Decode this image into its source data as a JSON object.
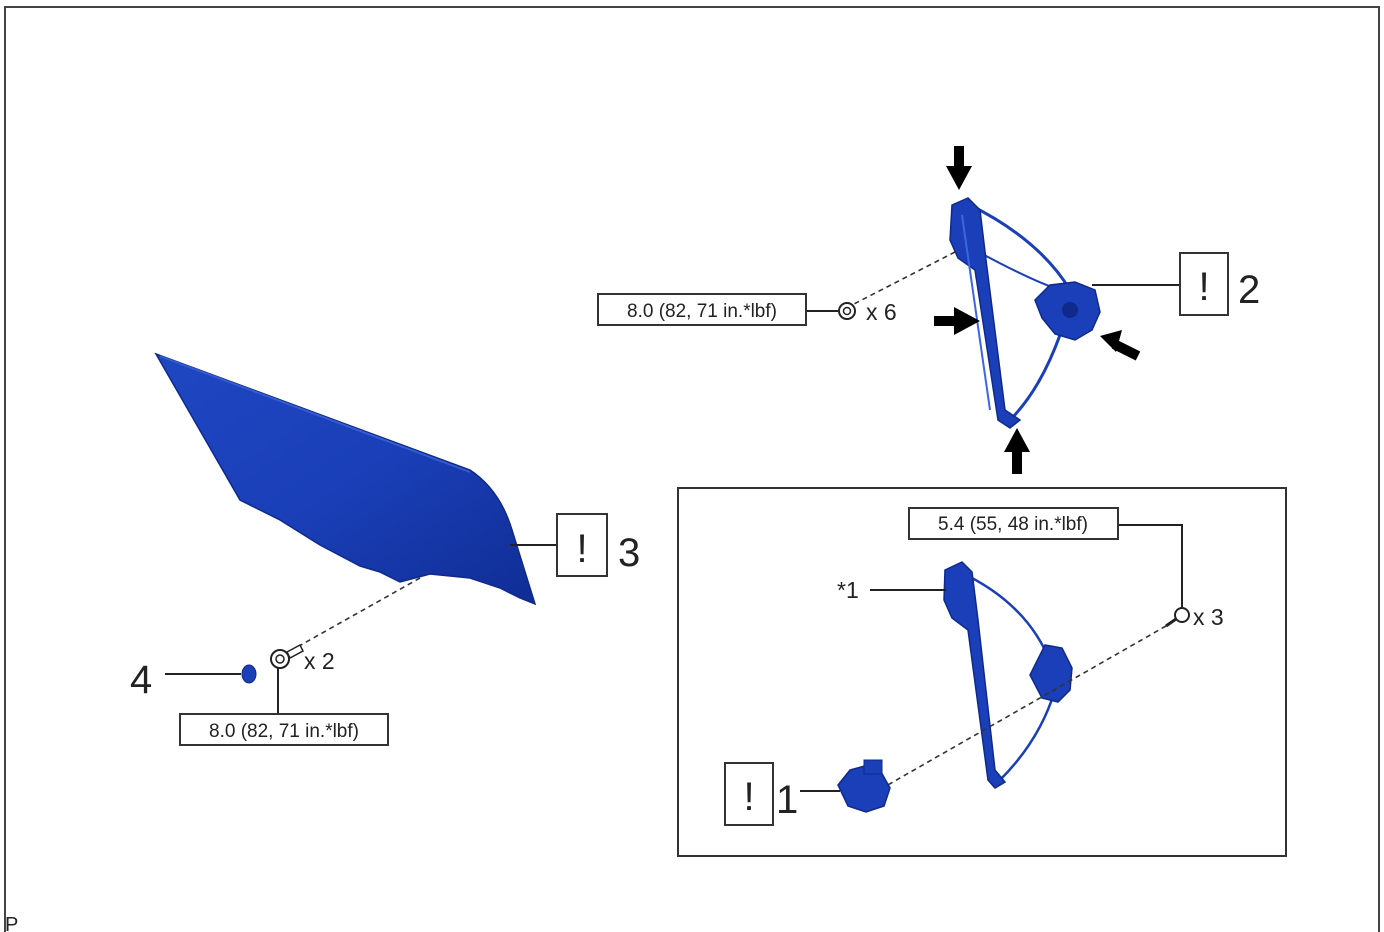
{
  "parts": [
    {
      "number": "1",
      "caution_symbol": "!"
    },
    {
      "number": "2",
      "caution_symbol": "!"
    },
    {
      "number": "3",
      "caution_symbol": "!"
    },
    {
      "number": "4"
    }
  ],
  "callouts": {
    "regulator_nut_quantity": "x 6",
    "motor_screw_quantity": "x 3",
    "glass_bolt_quantity": "x 2",
    "star_note": "*1",
    "corner_mark": "P"
  },
  "torque_specs": {
    "regulator_nut": "8.0 (82, 71 in.*lbf)",
    "motor_screw": "5.4 (55, 48 in.*lbf)",
    "glass_bolt": "8.0 (82, 71 in.*lbf)"
  },
  "colors": {
    "part_blue": "#1a3fb8",
    "part_blue_dark": "#0f2a8a",
    "part_blue_light": "#3b66e0",
    "line": "#222222"
  }
}
